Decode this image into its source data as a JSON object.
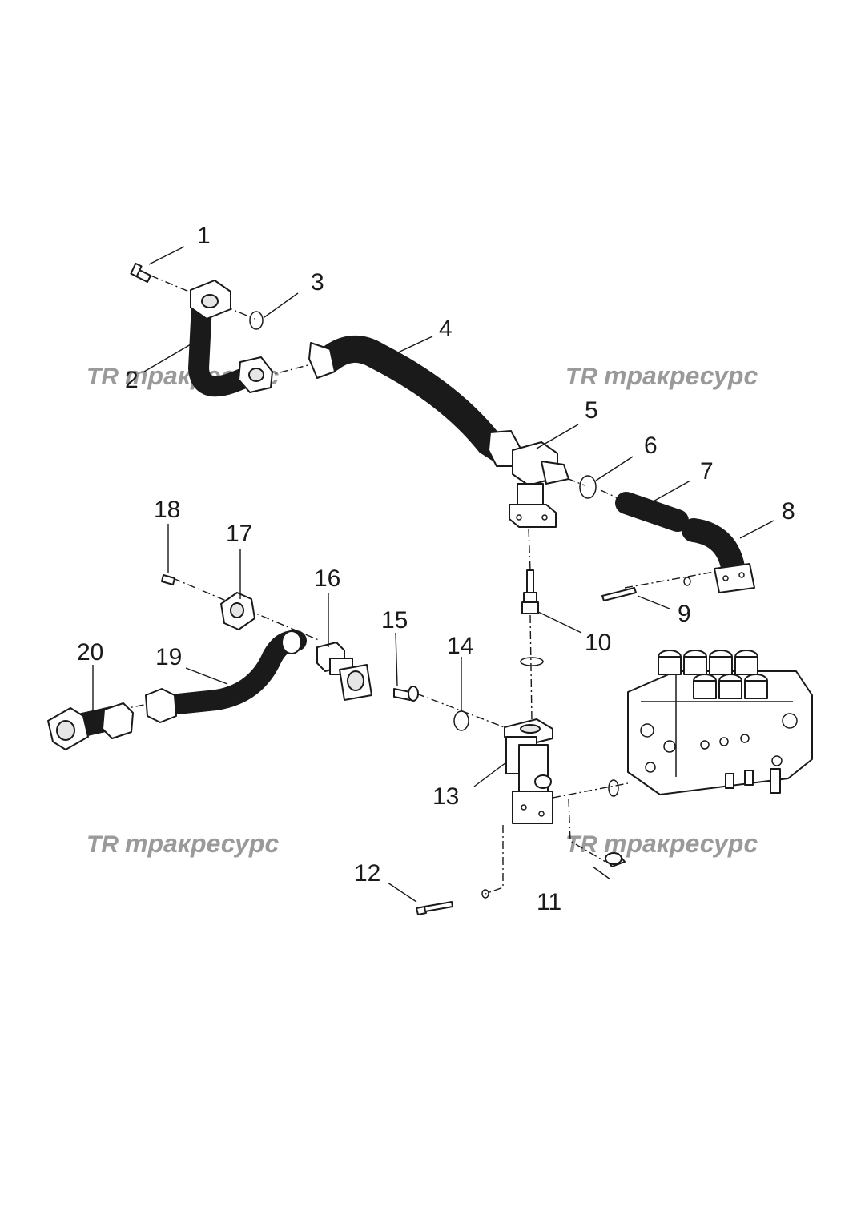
{
  "diagram": {
    "callouts": [
      {
        "id": "1",
        "label": "1"
      },
      {
        "id": "2",
        "label": "2"
      },
      {
        "id": "3",
        "label": "3"
      },
      {
        "id": "4",
        "label": "4"
      },
      {
        "id": "5",
        "label": "5"
      },
      {
        "id": "6",
        "label": "6"
      },
      {
        "id": "7",
        "label": "7"
      },
      {
        "id": "8",
        "label": "8"
      },
      {
        "id": "9",
        "label": "9"
      },
      {
        "id": "10",
        "label": "10"
      },
      {
        "id": "11",
        "label": "11"
      },
      {
        "id": "12",
        "label": "12"
      },
      {
        "id": "13",
        "label": "13"
      },
      {
        "id": "14",
        "label": "14"
      },
      {
        "id": "15",
        "label": "15"
      },
      {
        "id": "16",
        "label": "16"
      },
      {
        "id": "17",
        "label": "17"
      },
      {
        "id": "18",
        "label": "18"
      },
      {
        "id": "19",
        "label": "19"
      },
      {
        "id": "20",
        "label": "20"
      }
    ]
  },
  "watermark": {
    "logo": "TR",
    "text": "тракресурс",
    "color": "#9a9a9a"
  }
}
